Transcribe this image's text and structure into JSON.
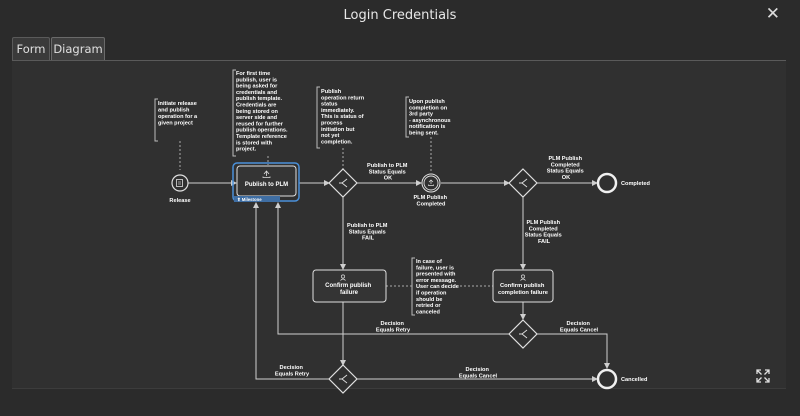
{
  "window": {
    "title": "Login Credentials",
    "close_glyph": "✕"
  },
  "tabs": [
    {
      "label": "Form"
    },
    {
      "label": "Diagram"
    }
  ],
  "colors": {
    "background": "#2b2b2b",
    "canvas": "#303030",
    "line": "#cfcfcf",
    "accent": "#4a90d9"
  },
  "diagram": {
    "annotations": {
      "a1": [
        "Initiate release",
        "and publish",
        "operation for a",
        "given project"
      ],
      "a2": [
        "For first time",
        "publish, user is",
        "being asked for",
        "credentials and",
        "publish template.",
        "Credentials are",
        "being stored on",
        "server side and",
        "reused for further",
        "publish operations.",
        "Template reference",
        "is stored with",
        "project."
      ],
      "a3": [
        "Publish",
        "operation return",
        "status",
        "immediately.",
        "This is status of",
        "process",
        "initiation but",
        "not yet",
        "completion."
      ],
      "a4": [
        "Upon publish",
        "completion on",
        "3rd party",
        "- asynchronous",
        "notification is",
        "being sent."
      ],
      "a5": [
        "In case of",
        "failure, user is",
        "presented with",
        "error message.",
        "User can decide",
        "if operation",
        "should be",
        "retried or",
        "canceled"
      ]
    },
    "nodes": {
      "release": "Release",
      "publish_task": "Publish to PLM",
      "publish_badge": "⬆ Milestone",
      "plm_completed": [
        "PLM Publish",
        "Completed"
      ],
      "completed": "Completed",
      "cancelled": "Cancelled",
      "confirm_failure": [
        "Confirm publish",
        "failure"
      ],
      "confirm_completion": [
        "Confirm publish",
        "completion failure"
      ]
    },
    "flows": {
      "f1": [
        "Publish to PLM",
        "Status Equals",
        "OK"
      ],
      "f2": [
        "PLM Publish",
        "Completed",
        "Status Equals",
        "OK"
      ],
      "f3": [
        "Publish to PLM",
        "Status Equals",
        "FAIL"
      ],
      "f4": [
        "PLM Publish",
        "Completed",
        "Status Equals",
        "FAIL"
      ],
      "f5": [
        "Decision",
        "Equals Retry"
      ],
      "f6": [
        "Decision",
        "Equals Cancel"
      ],
      "f7": [
        "Decision",
        "Equals Retry"
      ],
      "f8": [
        "Decision",
        "Equals Cancel"
      ]
    }
  }
}
